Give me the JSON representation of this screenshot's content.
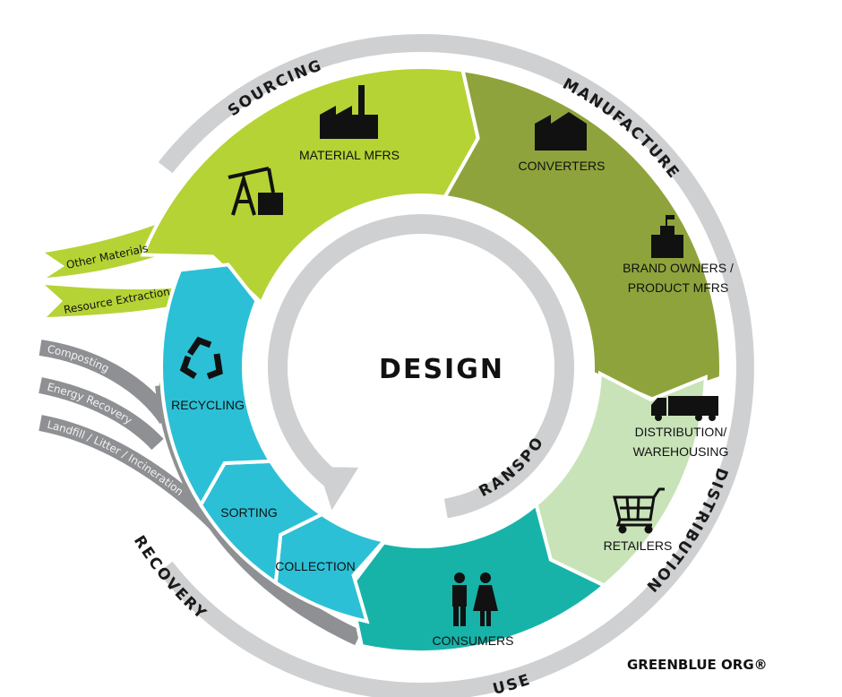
{
  "title": "DESIGN",
  "ring_labels": {
    "sourcing": "SOURCING",
    "manufacture": "MANUFACTURE",
    "distribution": "DISTRIBUTION",
    "use": "USE",
    "recovery": "RECOVERY",
    "transport": "TRANSPORT"
  },
  "segments": {
    "material_mfrs": "MATERIAL MFRS",
    "converters": "CONVERTERS",
    "brand_owners_1": "BRAND OWNERS /",
    "brand_owners_2": "PRODUCT MFRS",
    "distribution_1": "DISTRIBUTION/",
    "distribution_2": "WAREHOUSING",
    "retailers": "RETAILERS",
    "consumers": "CONSUMERS",
    "collection": "COLLECTION",
    "sorting": "SORTING",
    "recycling": "RECYCLING"
  },
  "inputs": [
    "Other Materials",
    "Resource Extraction"
  ],
  "outputs": [
    "Composting",
    "Energy Recovery",
    "Landfill / Litter / Incineration"
  ],
  "brand": "GREENBLUE ORG®",
  "colors": {
    "sourcing": "#b5d334",
    "manufacture": "#8fa33c",
    "distribution": "#c8e3b8",
    "use": "#17b3a9",
    "recovery": "#2cc0d6",
    "ring": "#cfd0d2",
    "stream": "#8e9093"
  }
}
